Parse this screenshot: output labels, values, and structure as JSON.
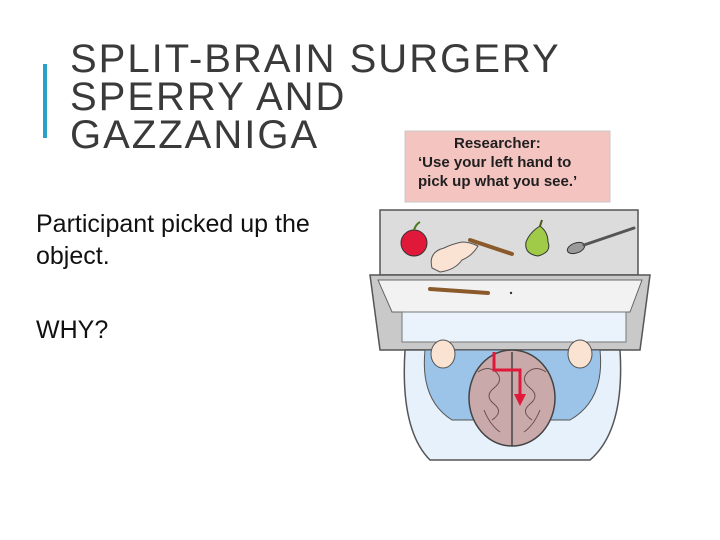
{
  "slide": {
    "title_lines": [
      "SPLIT-BRAIN SURGERY",
      "SPERRY AND",
      "GAZZANIGA"
    ],
    "body": {
      "line1": "Participant picked up the object.",
      "line2": "WHY?"
    },
    "accent_color": "#2aa1c8"
  },
  "illustration": {
    "callout": {
      "speaker": "Researcher:",
      "quote_lines": [
        "‘Use your left hand to",
        "pick up what you see.’"
      ]
    },
    "objects": [
      "apple-icon",
      "pencil-icon",
      "pear-icon",
      "spoon-icon",
      "hand-icon",
      "brain-icon",
      "arrow-icon"
    ]
  }
}
